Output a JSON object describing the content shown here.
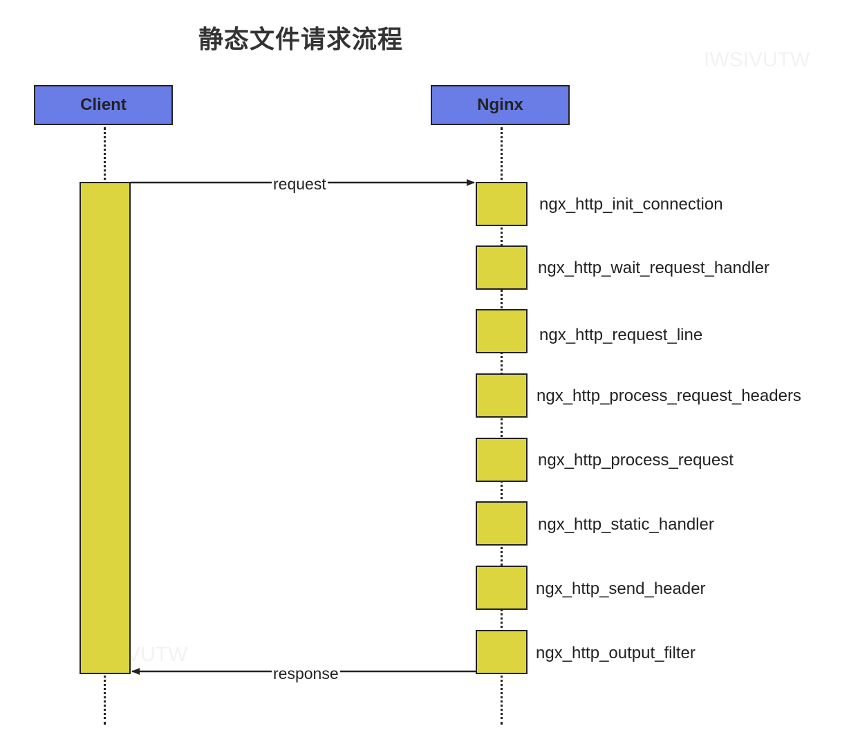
{
  "title": "静态文件请求流程",
  "actors": {
    "client": "Client",
    "nginx": "Nginx"
  },
  "messages": {
    "request": "request",
    "response": "response"
  },
  "steps": [
    "ngx_http_init_connection",
    "ngx_http_wait_request_handler",
    "ngx_http_request_line",
    "ngx_http_process_request_headers",
    "ngx_http_process_request",
    "ngx_http_static_handler",
    "ngx_http_send_header",
    "ngx_http_output_filter"
  ],
  "watermark": "IWSIVUTW",
  "colors": {
    "actor_fill": "#6a7de6",
    "activation_fill": "#dcd53f",
    "line": "#222222"
  }
}
